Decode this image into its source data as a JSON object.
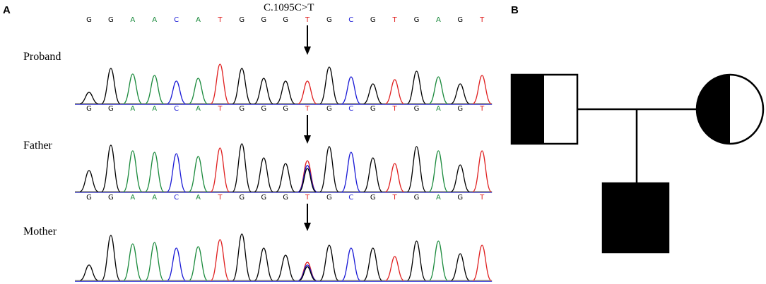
{
  "panel_a": {
    "label": "A",
    "mutation": "C.1095C>T",
    "sequence": [
      "G",
      "G",
      "A",
      "A",
      "C",
      "A",
      "T",
      "G",
      "G",
      "G",
      "T",
      "G",
      "C",
      "G",
      "T",
      "G",
      "A",
      "G",
      "T"
    ],
    "samples": [
      {
        "name": "Proband",
        "genotype": "hom-T"
      },
      {
        "name": "Father",
        "genotype": "het"
      },
      {
        "name": "Mother",
        "genotype": "het"
      }
    ],
    "colors": {
      "G": "#000000",
      "A": "#1a8a3c",
      "C": "#1a1ad6",
      "T": "#e02020"
    }
  },
  "panel_b": {
    "label": "B",
    "pedigree": {
      "father": {
        "sex": "male",
        "status": "carrier"
      },
      "mother": {
        "sex": "female",
        "status": "carrier"
      },
      "child": {
        "sex": "male",
        "status": "affected"
      }
    }
  }
}
